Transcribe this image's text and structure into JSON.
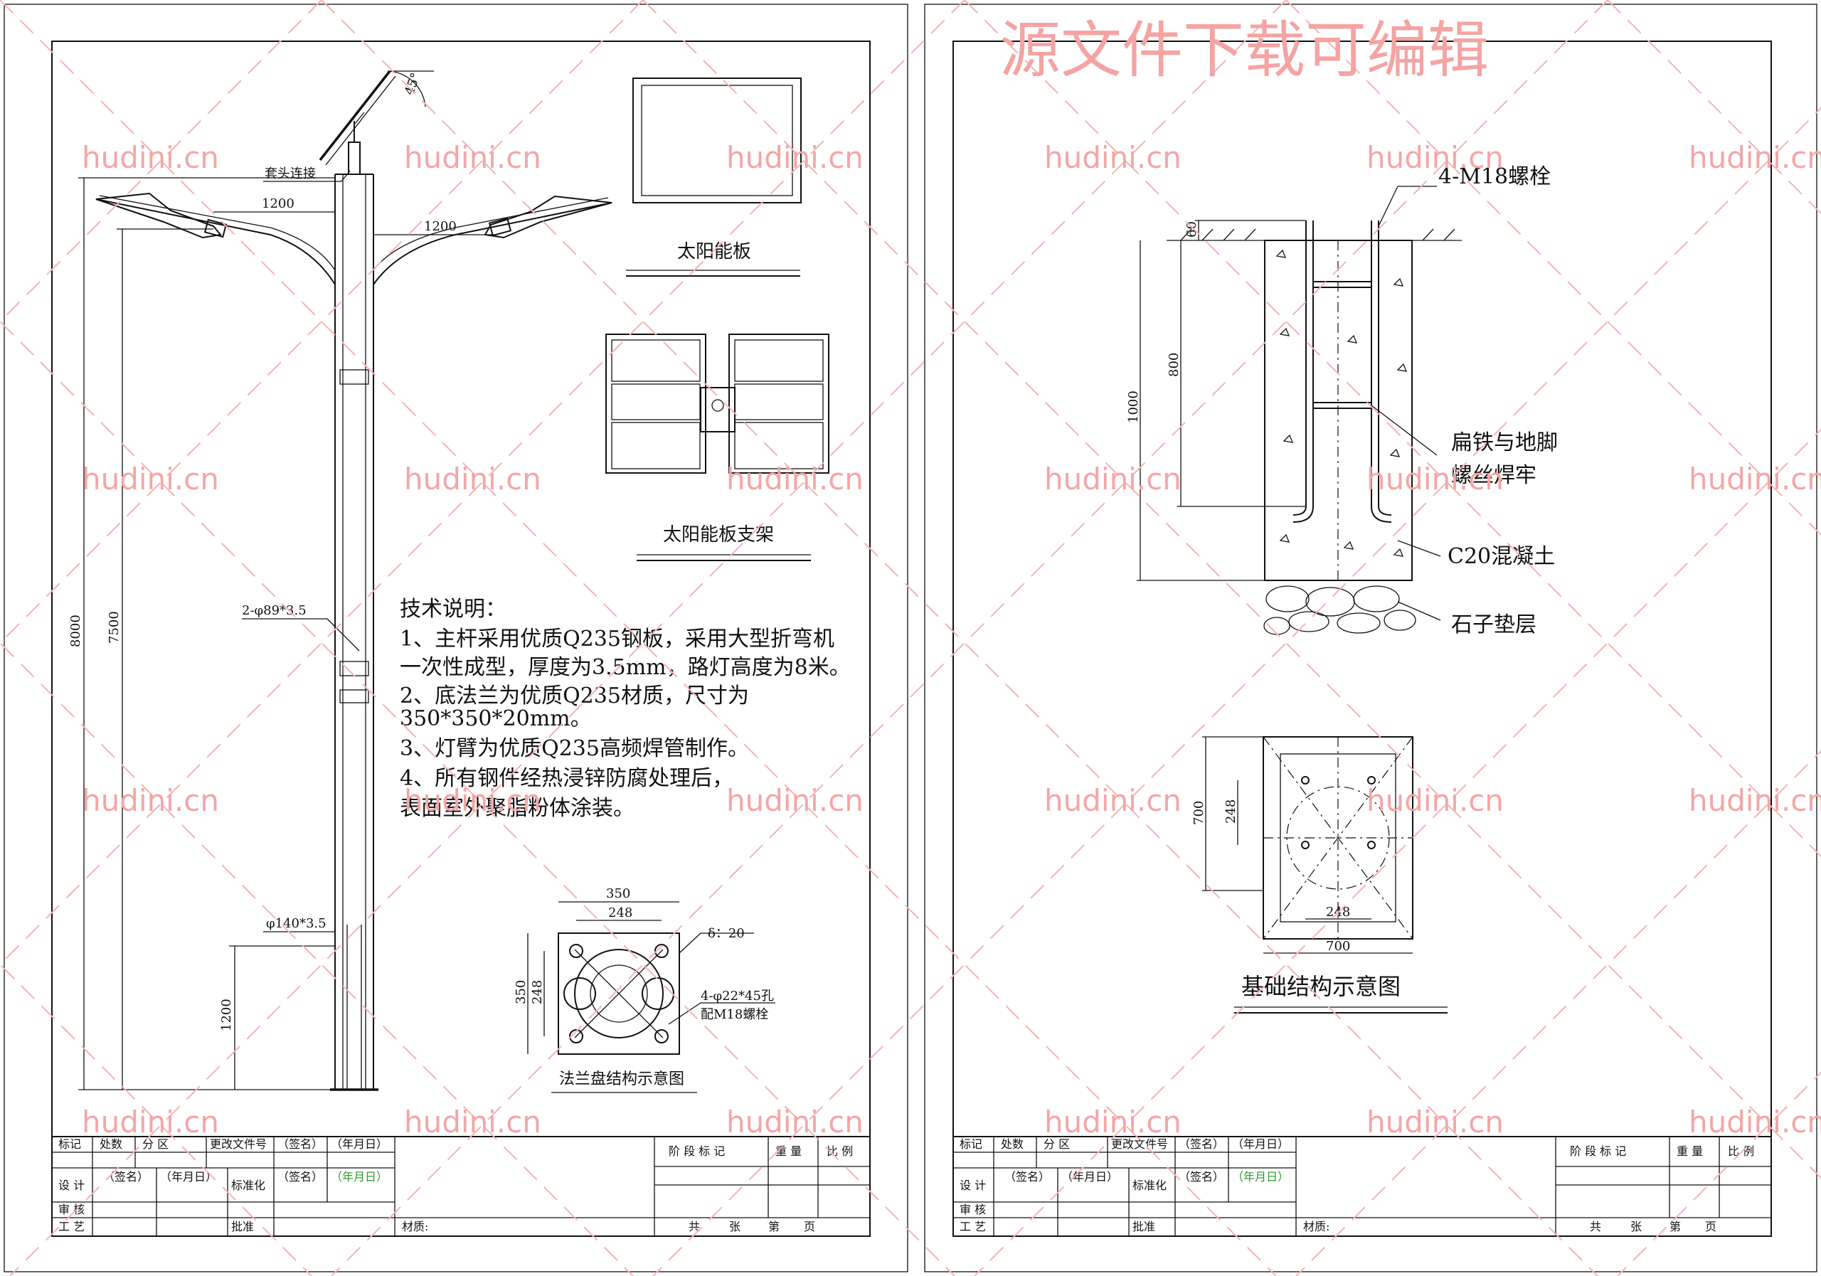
{
  "watermark": {
    "top_text": "源文件下载可编辑",
    "site": "hudini.cn"
  },
  "left_sheet": {
    "angle_label": "45°",
    "socket_label": "套头连接",
    "arm_left": "1200",
    "arm_right": "1200",
    "total_height": "8000",
    "lamp_height": "7500",
    "door_height": "1200",
    "arm_tube": "2-φ89*3.5",
    "pole_tube": "φ140*3.5",
    "solar_panel_caption": "太阳能板",
    "panel_bracket_caption": "太阳能板支架",
    "tech_notes": {
      "title": "技术说明：",
      "lines": [
        "1、主杆采用优质Q235钢板，采用大型折弯机",
        "一次性成型，厚度为3.5mm，路灯高度为8米。",
        "2、底法兰为优质Q235材质，尺寸为",
        "350*350*20mm。",
        "3、灯臂为优质Q235高频焊管制作。",
        "4、所有钢件经热浸锌防腐处理后，",
        "表面室外聚脂粉体涂装。"
      ]
    },
    "flange": {
      "outer": "350",
      "inner": "248",
      "thickness": "δ：20",
      "holes": "4-φ22*45孔",
      "bolts": "配M18螺栓",
      "caption": "法兰盘结构示意图"
    }
  },
  "right_sheet": {
    "bolt_label": "4-M18螺栓",
    "above_ground": "60",
    "bolt_depth": "800",
    "foundation_depth": "1000",
    "flat_iron_line1": "扁铁与地脚",
    "flat_iron_line2": "螺丝焊牢",
    "concrete": "C20混凝土",
    "gravel": "石子垫层",
    "plan_outer_v": "700",
    "plan_inner_v": "248",
    "plan_inner_h": "248",
    "plan_outer_h": "700",
    "caption": "基础结构示意图"
  },
  "title_block": {
    "row1": [
      "标记",
      "处数",
      "分 区",
      "更改文件号",
      "（签名）",
      "（年月日）"
    ],
    "design": "设 计",
    "sign": "（签名）",
    "date": "（年月日）",
    "standard": "标准化",
    "sign2": "（签名）",
    "date2": "（年月日）",
    "review": "审 核",
    "craft": "工 艺",
    "approve": "批准",
    "material": "材质:",
    "stage": "阶 段 标 记",
    "weight": "重 量",
    "scale": "比 例",
    "pages": [
      "共",
      "张",
      "第",
      "页"
    ]
  }
}
